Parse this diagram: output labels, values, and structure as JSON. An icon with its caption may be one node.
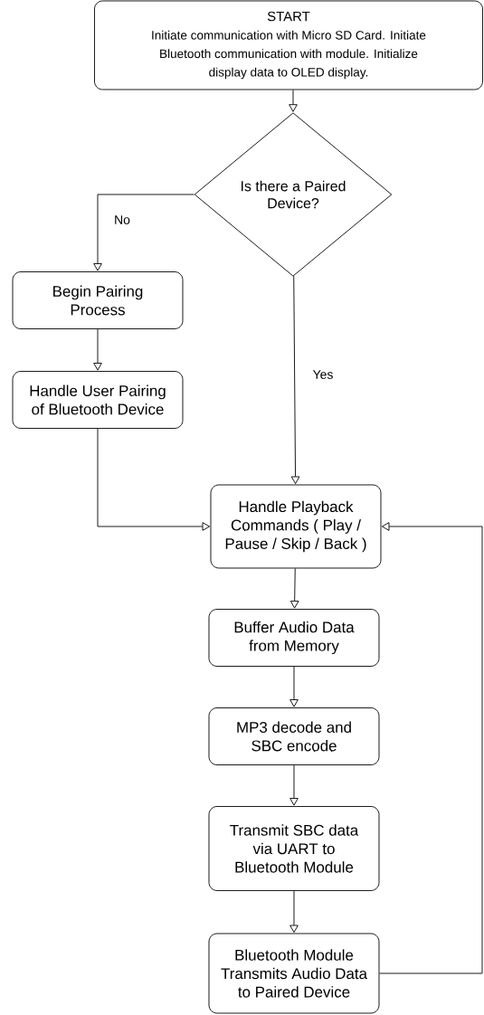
{
  "diagram": {
    "nodes": [
      {
        "text": [
          "START",
          "Initiate communication with Micro SD Card. Initiate Bluetooth communication with module. Initialize display data to OLED display."
        ]
      },
      {
        "text": [
          "Is there a Paired Device?"
        ]
      },
      {
        "text": [
          "Begin Pairing Process"
        ]
      },
      {
        "text": [
          "Handle User Pairing of Bluetooth Device"
        ]
      },
      {
        "text": [
          "Handle Playback Commands ( Play / Pause / Skip / Back )"
        ]
      },
      {
        "text": [
          "Buffer Audio Data from Memory"
        ]
      },
      {
        "text": [
          "MP3 decode and SBC encode"
        ]
      },
      {
        "text": [
          "Transmit SBC data via UART to Bluetooth Module"
        ]
      },
      {
        "text": [
          "Bluetooth Module Transmits Audio Data to Paired Device"
        ]
      }
    ],
    "edges": [
      {
        "from": 0,
        "to": 1,
        "arrow": "to"
      },
      {
        "from": 1,
        "to": 2,
        "arrow": "to",
        "label": "No"
      },
      {
        "from": 2,
        "to": 3,
        "arrow": "to"
      },
      {
        "from": 3,
        "to": 4,
        "arrow": "to"
      },
      {
        "from": 1,
        "to": 4,
        "arrow": "to",
        "label": "Yes"
      },
      {
        "from": 4,
        "to": 5,
        "arrow": "to"
      },
      {
        "from": 5,
        "to": 6,
        "arrow": "to"
      },
      {
        "from": 6,
        "to": 7,
        "arrow": "to"
      },
      {
        "from": 7,
        "to": 8,
        "arrow": "to"
      },
      {
        "from": 8,
        "to": 4,
        "arrow": "to"
      }
    ]
  }
}
